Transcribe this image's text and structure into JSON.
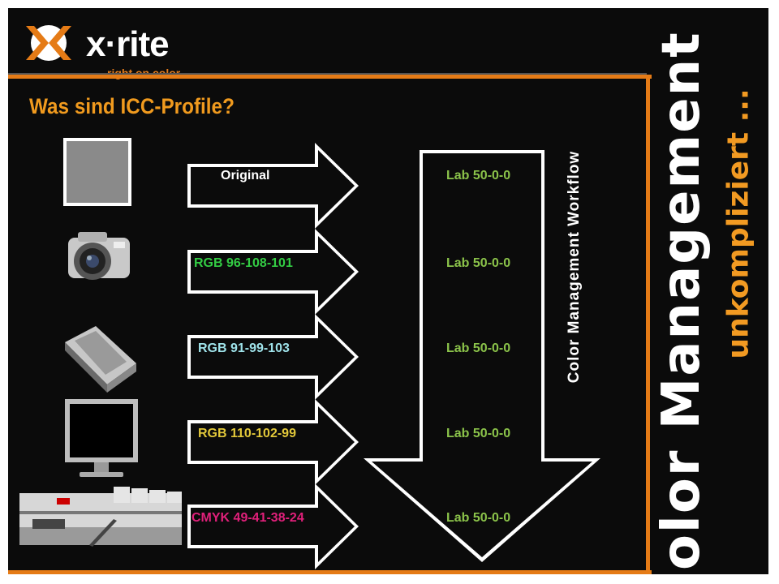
{
  "logo": {
    "wordmark": "x·rite",
    "tagline": "right on color"
  },
  "page_title": "Was sind ICC-Profile?",
  "rows": [
    {
      "label": "Original",
      "label_color": "#ffffff",
      "device": "original",
      "lab": "Lab 50-0-0"
    },
    {
      "label": "RGB 96-108-101",
      "label_color": "#33cc44",
      "device": "camera",
      "lab": "Lab 50-0-0"
    },
    {
      "label": "RGB 91-99-103",
      "label_color": "#9fe3ea",
      "device": "scanner",
      "lab": "Lab 50-0-0"
    },
    {
      "label": "RGB 110-102-99",
      "label_color": "#e2c83a",
      "device": "monitor",
      "lab": "Lab 50-0-0"
    },
    {
      "label": "CMYK 49-41-38-24",
      "label_color": "#e0207a",
      "device": "press",
      "lab": "Lab 50-0-0"
    }
  ],
  "workflow_label": "Color Management Workflow",
  "brand": {
    "main": "Color Management",
    "sub": "unkompliziert ..."
  },
  "colors": {
    "accent_orange": "#e57b16",
    "title_orange": "#f09a1e",
    "lab_green": "#8bc34a",
    "background": "#0b0b0b"
  }
}
